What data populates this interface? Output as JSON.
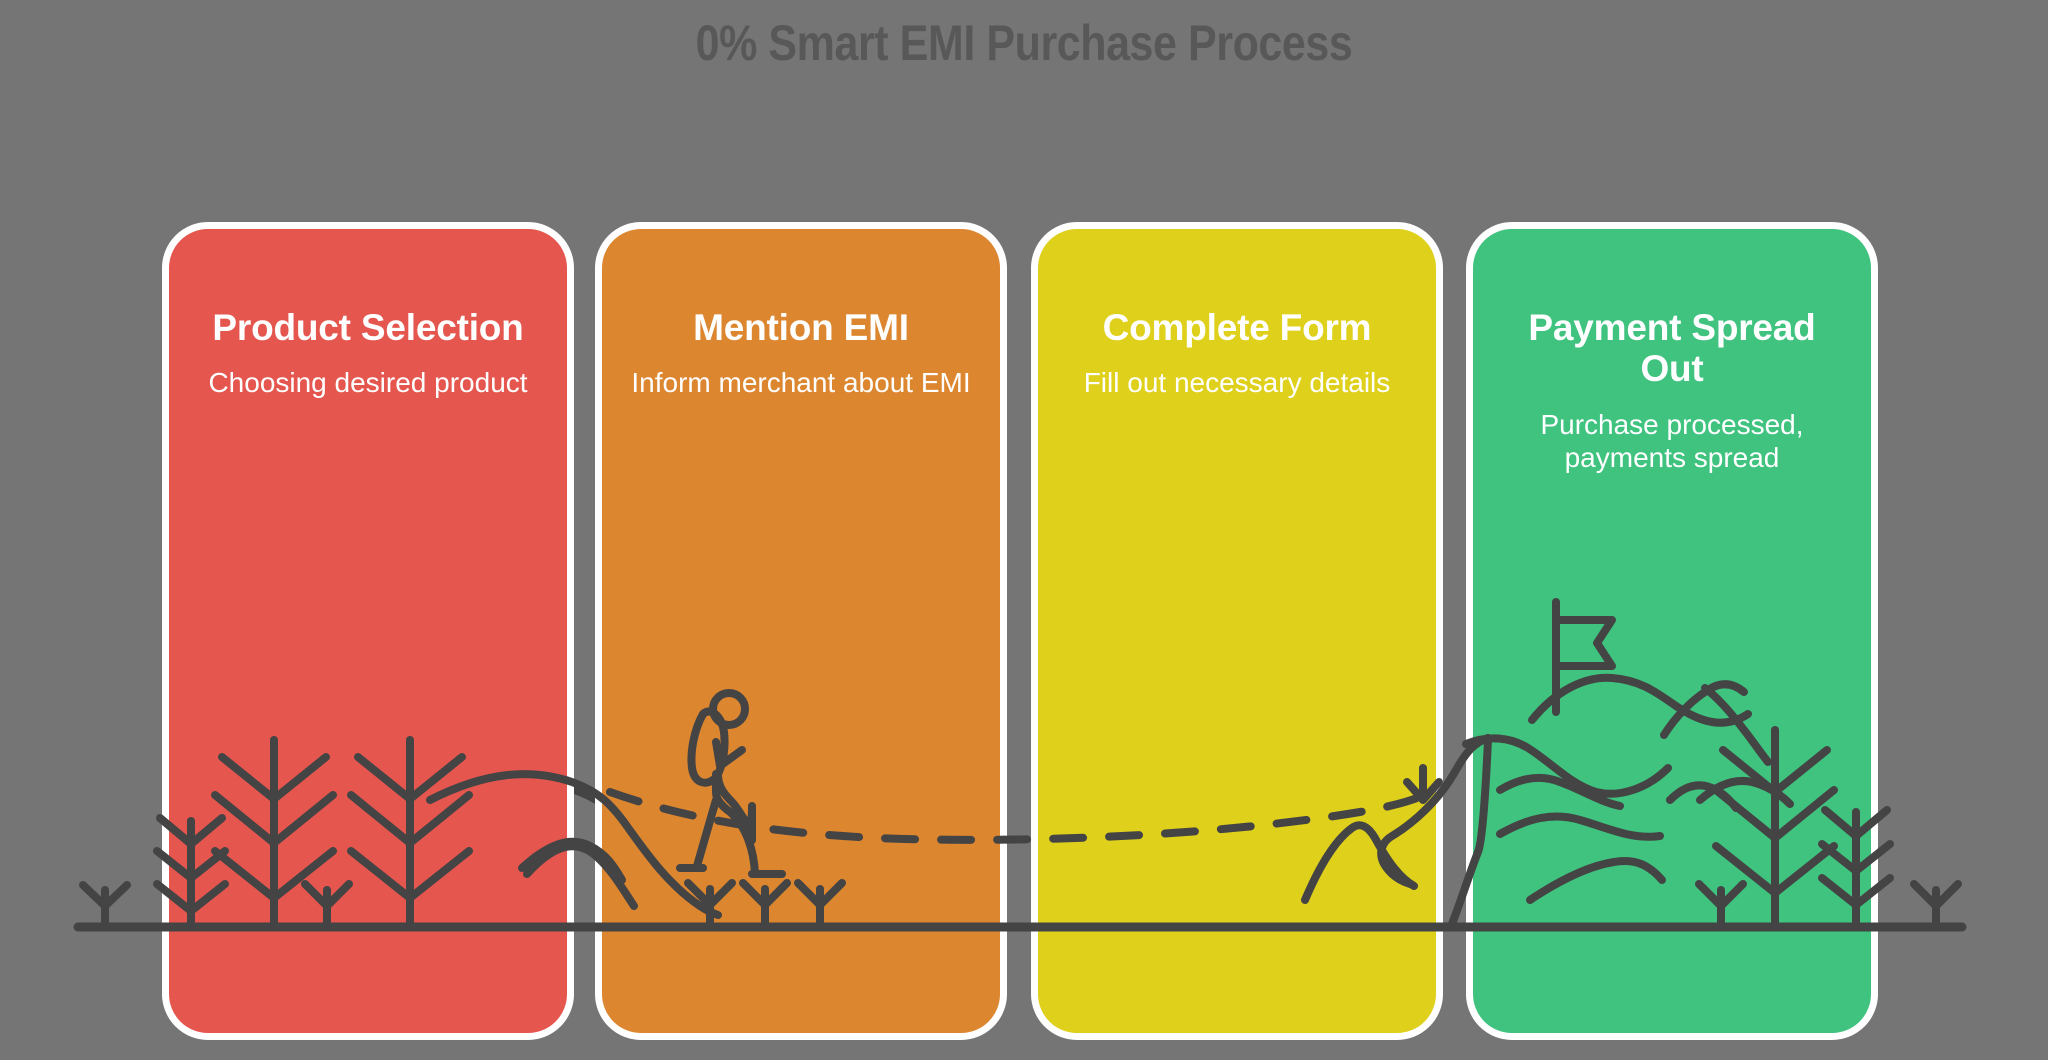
{
  "page": {
    "title": "0% Smart EMI Purchase Process",
    "background_color": "#757575",
    "title_color": "#585858",
    "line_color": "#444444"
  },
  "cards": [
    {
      "id": "product-selection",
      "title": "Product Selection",
      "description": "Choosing desired product",
      "color": "#E5564F",
      "border_color": "#FFFFFF",
      "text_color": "#FFFFFF"
    },
    {
      "id": "mention-emi",
      "title": "Mention EMI",
      "description": "Inform merchant about EMI",
      "color": "#DD8630",
      "border_color": "#FFFFFF",
      "text_color": "#FFFFFF"
    },
    {
      "id": "complete-form",
      "title": "Complete Form",
      "description": "Fill out necessary details",
      "color": "#DFD01C",
      "border_color": "#FFFFFF",
      "text_color": "#FFFFFF"
    },
    {
      "id": "payment-spread-out",
      "title": "Payment Spread Out",
      "description": "Purchase processed, payments spread",
      "color": "#3FC37F",
      "border_color": "#FFFFFF",
      "text_color": "#FFFFFF"
    }
  ],
  "illustration": {
    "description": "Line-art hiking landscape spanning all four cards: ground line, pine trees, rolling hills, a dashed trail with a hiker carrying a backpack and trekking pole, a mountain peak, and a summit flag",
    "elements": [
      "ground-line",
      "pine-trees",
      "hills",
      "dashed-trail",
      "hiker-figure",
      "mountain-peak",
      "summit-flag"
    ],
    "stroke_color": "#444444"
  }
}
